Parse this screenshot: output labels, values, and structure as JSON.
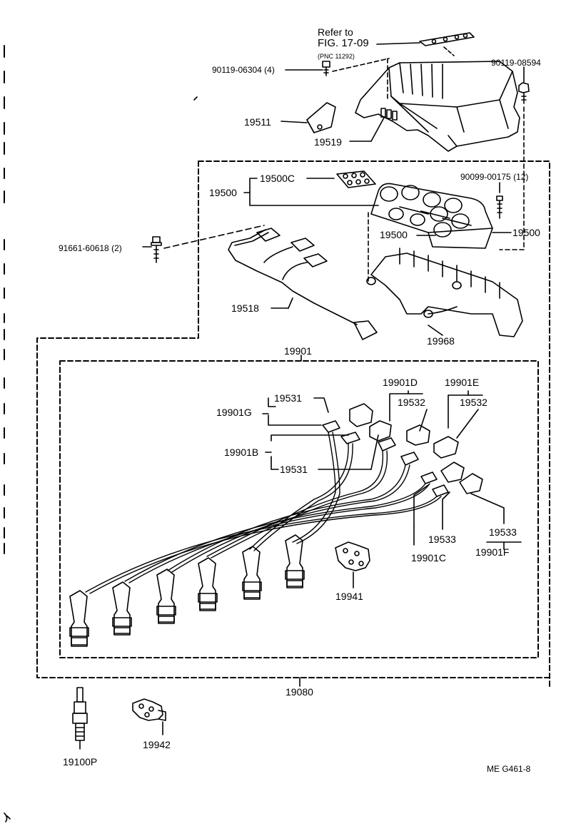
{
  "refer": {
    "line1": "Refer to",
    "line2": "FIG. 17-09",
    "line3": "(PNC 11292)"
  },
  "parts": {
    "p90119_06304": "90119-06304 (4)",
    "p90119_08594": "90119-08594",
    "p19511": "19511",
    "p19519": "19519",
    "p19500C": "19500C",
    "p19500_left": "19500",
    "p19500_mid": "19500",
    "p19500_right": "19500",
    "p90099_00175": "90099-00175 (12)",
    "p91661_60618": "91661-60618 (2)",
    "p19518": "19518",
    "p19968": "19968",
    "p19901": "19901",
    "p19901D": "19901D",
    "p19901E": "19901E",
    "p19531_top": "19531",
    "p19532_a": "19532",
    "p19532_b": "19532",
    "p19901G": "19901G",
    "p19901B": "19901B",
    "p19531_bottom": "19531",
    "p19533_a": "19533",
    "p19533_b": "19533",
    "p19901C": "19901C",
    "p19901F": "19901F",
    "p19941": "19941",
    "p19080": "19080",
    "p19100P": "19100P",
    "p19942": "19942"
  },
  "code": "ME  G461-8"
}
